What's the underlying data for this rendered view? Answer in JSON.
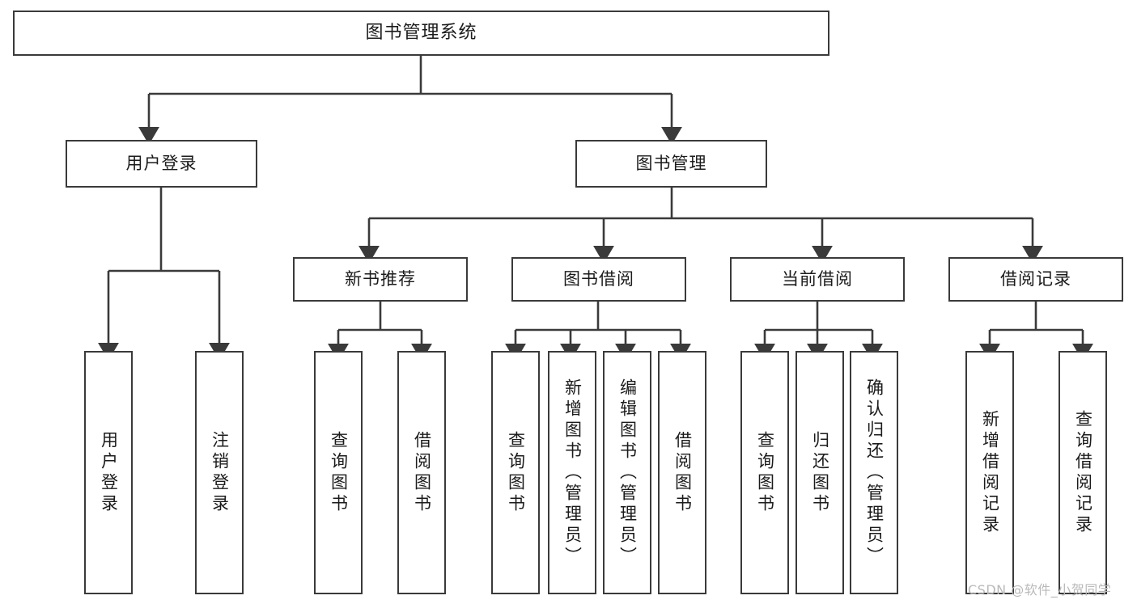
{
  "diagram": {
    "title": "图书管理系统",
    "type": "tree-hierarchy",
    "root": {
      "label": "图书管理系统"
    },
    "level1": [
      {
        "label": "用户登录"
      },
      {
        "label": "图书管理"
      }
    ],
    "level2": [
      {
        "label": "新书推荐"
      },
      {
        "label": "图书借阅"
      },
      {
        "label": "当前借阅"
      },
      {
        "label": "借阅记录"
      }
    ],
    "leaves": {
      "user_login": [
        {
          "label": "用户登录"
        },
        {
          "label": "注销登录"
        }
      ],
      "new_book_recommend": [
        {
          "label": "查询图书"
        },
        {
          "label": "借阅图书"
        }
      ],
      "book_borrow": [
        {
          "label": "查询图书"
        },
        {
          "label": "新增图书（管理员）"
        },
        {
          "label": "编辑图书（管理员）"
        },
        {
          "label": "借阅图书"
        }
      ],
      "current_borrow": [
        {
          "label": "查询图书"
        },
        {
          "label": "归还图书"
        },
        {
          "label": "确认归还（管理员）"
        }
      ],
      "borrow_record": [
        {
          "label": "新增借阅记录"
        },
        {
          "label": "查询借阅记录"
        }
      ]
    }
  },
  "watermark": {
    "text": "CSDN @软件_小贺同学"
  },
  "colors": {
    "stroke": "#3a3a3a",
    "background": "#ffffff",
    "text": "#1b1b1b",
    "watermark": "#b9b9b9"
  }
}
